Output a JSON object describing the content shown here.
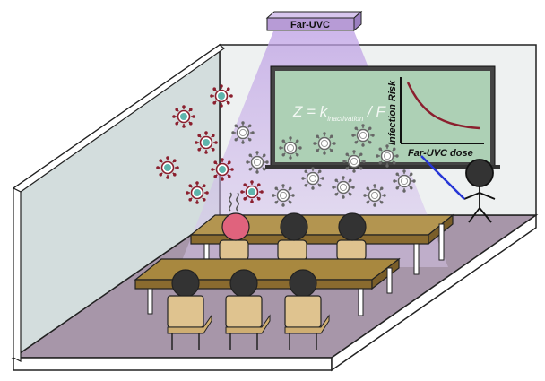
{
  "lamp": {
    "label": "Far-UVC"
  },
  "board": {
    "formula_main": "Z = k",
    "formula_sub": "inactivation",
    "formula_tail": " / F",
    "inset": {
      "ylabel": "Infection Risk",
      "xlabel": "Far-UVC dose"
    }
  },
  "colors": {
    "uv_light": "#c9b3e6",
    "lamp_body": "#b79bd6",
    "board_green": "#bfe9c9",
    "floor": "#a796a9",
    "wall_left": "#d3dddd",
    "wall_back": "#eef1f1",
    "desk": "#9a7c3c",
    "chair": "#dfc38f",
    "head": "#333333",
    "sick_head": "#e0637d",
    "virus_ring": "#8b1f2e",
    "virus_core": "#5fb5ad",
    "curve": "#8b1f2e",
    "pointer": "#2636d6"
  }
}
